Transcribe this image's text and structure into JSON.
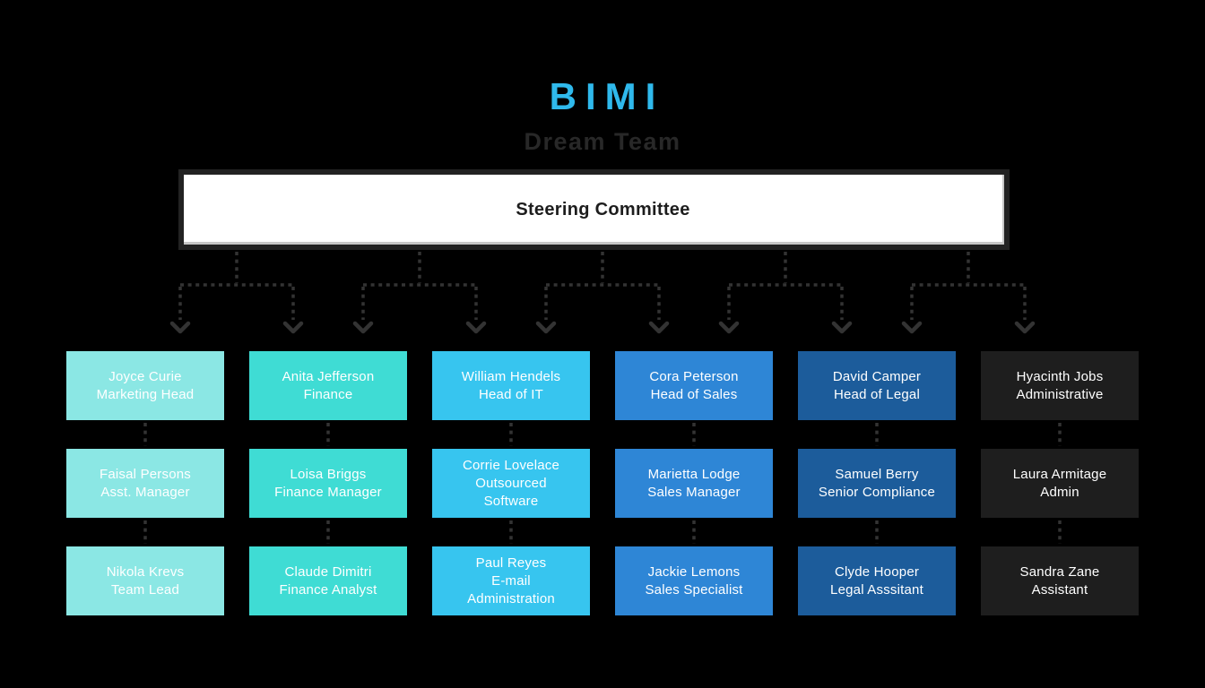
{
  "header": {
    "brand": "BIMI",
    "brand_color": "#2FB9EC",
    "subtitle": "Dream Team",
    "subtitle_color": "#282828"
  },
  "root_box": {
    "label": "Steering Committee",
    "fill_color": "#FFFFFF",
    "border_color": "#222222",
    "text_color": "#1D1D1D"
  },
  "org": {
    "connector_color": "#333333",
    "member_text_color": "#FFFFFF",
    "columns": [
      {
        "department": "marketing",
        "color": "#8BE7E4",
        "members": [
          {
            "name": "Joyce Curie",
            "role": "Marketing Head"
          },
          {
            "name": "Faisal Persons",
            "role": "Asst. Manager"
          },
          {
            "name": "Nikola Krevs",
            "role": "Team Lead"
          }
        ]
      },
      {
        "department": "finance",
        "color": "#3FDCD4",
        "members": [
          {
            "name": "Anita Jefferson",
            "role": "Finance"
          },
          {
            "name": "Loisa Briggs",
            "role": "Finance Manager"
          },
          {
            "name": "Claude Dimitri",
            "role": "Finance Analyst"
          }
        ]
      },
      {
        "department": "it",
        "color": "#37C5EF",
        "members": [
          {
            "name": "William Hendels",
            "role": "Head of IT"
          },
          {
            "name": "Corrie Lovelace",
            "role": "Outsourced\nSoftware"
          },
          {
            "name": "Paul Reyes",
            "role": "E-mail\nAdministration"
          }
        ]
      },
      {
        "department": "sales",
        "color": "#2E86D6",
        "members": [
          {
            "name": "Cora Peterson",
            "role": "Head of Sales"
          },
          {
            "name": "Marietta Lodge",
            "role": "Sales Manager"
          },
          {
            "name": "Jackie Lemons",
            "role": "Sales Specialist"
          }
        ]
      },
      {
        "department": "legal",
        "color": "#1C5C9B",
        "members": [
          {
            "name": "David Camper",
            "role": "Head of Legal"
          },
          {
            "name": "Samuel Berry",
            "role": "Senior Compliance"
          },
          {
            "name": "Clyde Hooper",
            "role": "Legal Asssitant"
          }
        ]
      },
      {
        "department": "administrative",
        "color": "#1E1E1E",
        "members": [
          {
            "name": "Hyacinth Jobs",
            "role": "Administrative"
          },
          {
            "name": "Laura Armitage",
            "role": "Admin"
          },
          {
            "name": "Sandra Zane",
            "role": "Assistant"
          }
        ]
      }
    ]
  }
}
